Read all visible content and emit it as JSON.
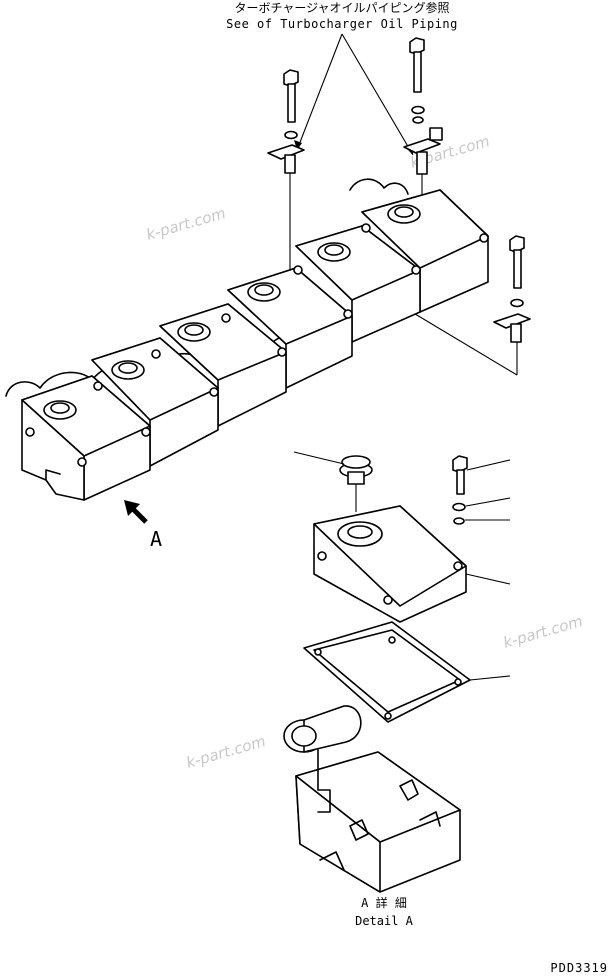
{
  "callout": {
    "japanese": "ターボチャージャオイルパイピング参照",
    "english": "See of Turbocharger Oil Piping"
  },
  "view_label": "A",
  "detail": {
    "japanese": "A 詳 細",
    "english": "Detail A"
  },
  "watermarks": [
    "k-part.com",
    "k-part.com",
    "k-part.com",
    "k-part.com"
  ],
  "drawing_number": "PDD3319"
}
